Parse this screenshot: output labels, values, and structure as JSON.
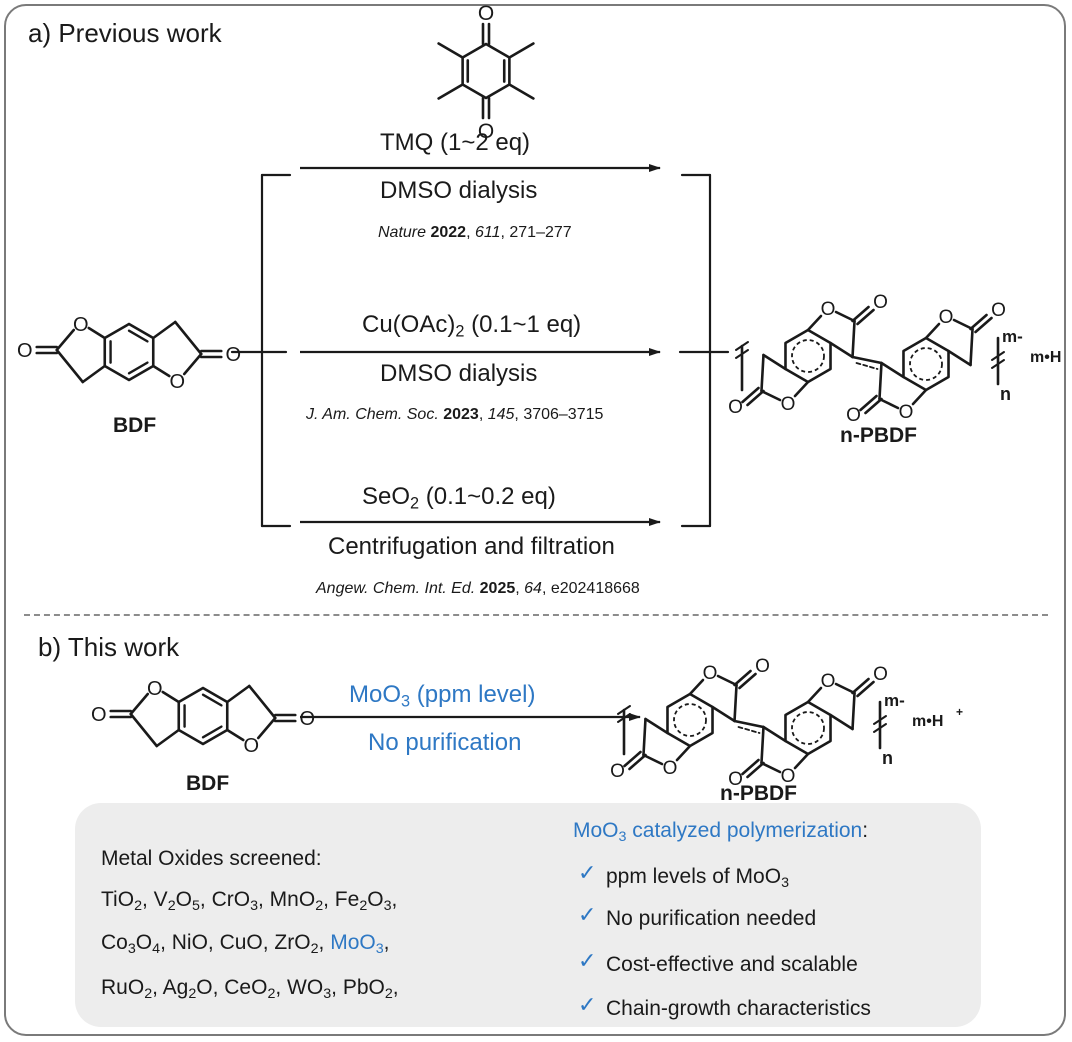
{
  "panel_a": {
    "heading": "a) Previous work",
    "reagent_icon_label": "TMQ (1~2 eq)",
    "routes": [
      {
        "reagent_prefix": "TMQ (1~2 eq)",
        "condition": "DMSO dialysis"
      },
      {
        "reagent_prefix": "Cu(OAc)",
        "reagent_sub": "2",
        "reagent_suffix": " (0.1~1 eq)",
        "condition": "DMSO dialysis"
      },
      {
        "reagent_prefix": "SeO",
        "reagent_sub": "2",
        "reagent_suffix": " (0.1~0.2 eq)",
        "condition": "Centrifugation and filtration"
      }
    ],
    "refs": [
      {
        "journal": "Nature",
        "year": "2022",
        "volume": "611",
        "pages": ", 271–277"
      },
      {
        "journal": "J. Am. Chem. Soc.",
        "year": "2023",
        "volume": "145",
        "pages": ", 3706–3715"
      },
      {
        "journal": "Angew. Chem. Int. Ed.",
        "year": "2025",
        "volume": "64",
        "pages": ", e202418668"
      }
    ],
    "reactant_label": "BDF",
    "product_label": "n-PBDF"
  },
  "panel_b": {
    "heading": "b) This work",
    "catalyst_prefix": "MoO",
    "catalyst_sub": "3",
    "catalyst_suffix": " (ppm level)",
    "condition": "No purification",
    "reactant_label": "BDF",
    "product_label": "n-PBDF"
  },
  "structure_text": {
    "oxygen": "O",
    "m_minus": "m-",
    "n": "n",
    "counterion": "m•H",
    "plus": "+"
  },
  "screening": {
    "title": "Metal Oxides screened:",
    "row1": [
      {
        "p": "TiO",
        "s": "2"
      },
      {
        "p": ", V",
        "s": "2"
      },
      {
        "p": "O",
        "s": "5"
      },
      {
        "p": ", CrO",
        "s": "3"
      },
      {
        "p": ", MnO",
        "s": "2"
      },
      {
        "p": ", Fe",
        "s": "2"
      },
      {
        "p": "O",
        "s": "3"
      },
      {
        "p": ",",
        "s": ""
      }
    ],
    "row2": [
      {
        "p": "Co",
        "s": "3"
      },
      {
        "p": "O",
        "s": "4"
      },
      {
        "p": ", NiO, CuO, ZrO",
        "s": "2"
      },
      {
        "p": ", ",
        "s": ""
      }
    ],
    "row2_highlight": {
      "p": "MoO",
      "s": "3"
    },
    "row2_end": ",",
    "row3": [
      {
        "p": "RuO",
        "s": "2"
      },
      {
        "p": ", Ag",
        "s": "2"
      },
      {
        "p": "O, CeO",
        "s": "2"
      },
      {
        "p": ", WO",
        "s": "3"
      },
      {
        "p": ", PbO",
        "s": "2"
      },
      {
        "p": ",",
        "s": ""
      }
    ],
    "arrow_color": "#2e5c9e"
  },
  "advantages": {
    "title_prefix": "MoO",
    "title_sub": "3",
    "title_suffix": " catalyzed polymerization",
    "title_colon": ":",
    "check": "✓",
    "items": [
      {
        "prefix": "ppm levels of MoO",
        "sub": "3"
      },
      {
        "prefix": "No purification needed",
        "sub": ""
      },
      {
        "prefix": "Cost-effective and scalable",
        "sub": ""
      },
      {
        "prefix": "Chain-growth characteristics",
        "sub": ""
      }
    ]
  },
  "colors": {
    "accent": "#2e78c4",
    "frame": "#7a7a7a",
    "box": "#ededed"
  }
}
